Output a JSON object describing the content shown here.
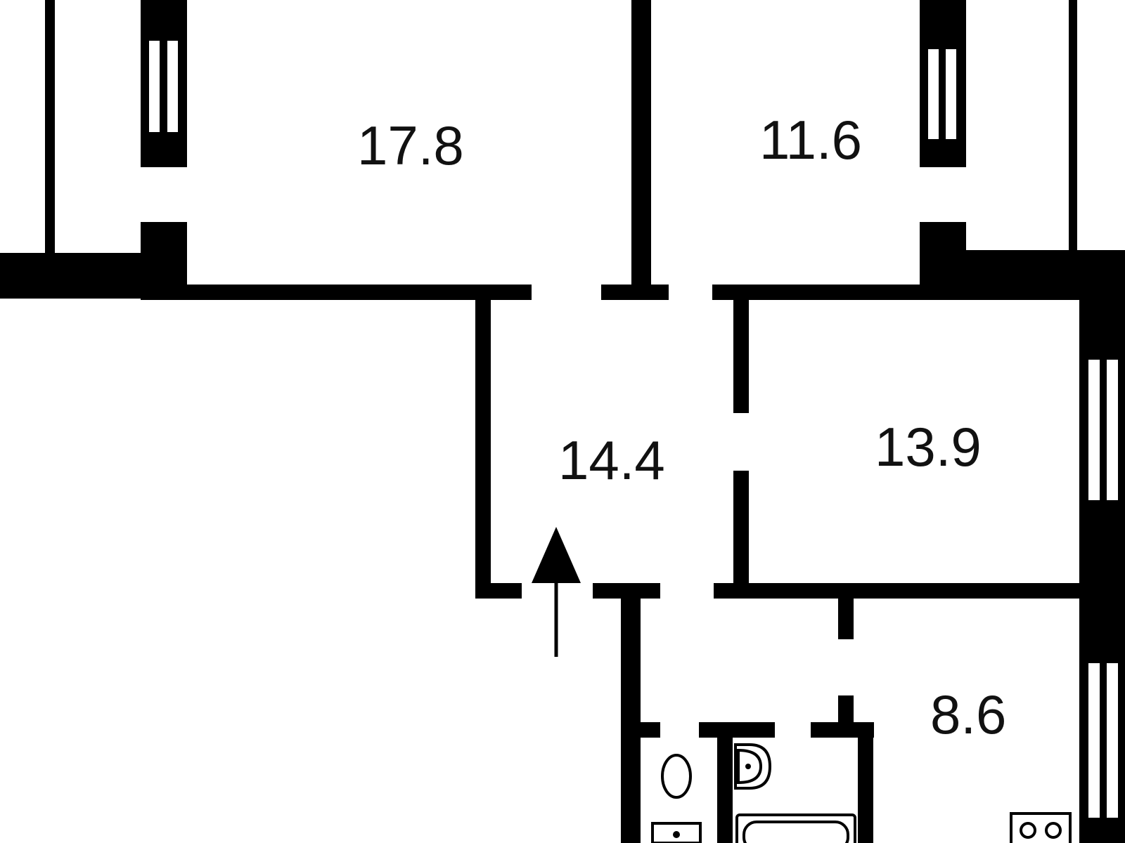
{
  "plan": {
    "rooms": [
      {
        "id": "room-1",
        "area_label": "17.8"
      },
      {
        "id": "room-2",
        "area_label": "11.6"
      },
      {
        "id": "hall",
        "area_label": "14.4"
      },
      {
        "id": "room-3",
        "area_label": "13.9"
      },
      {
        "id": "kitchen",
        "area_label": "8.6"
      }
    ],
    "entrance": "entrance-arrow",
    "fixtures": [
      "toilet",
      "washbasin",
      "bathtub",
      "stove"
    ],
    "colors": {
      "walls": "#000000",
      "background": "#ffffff"
    }
  }
}
